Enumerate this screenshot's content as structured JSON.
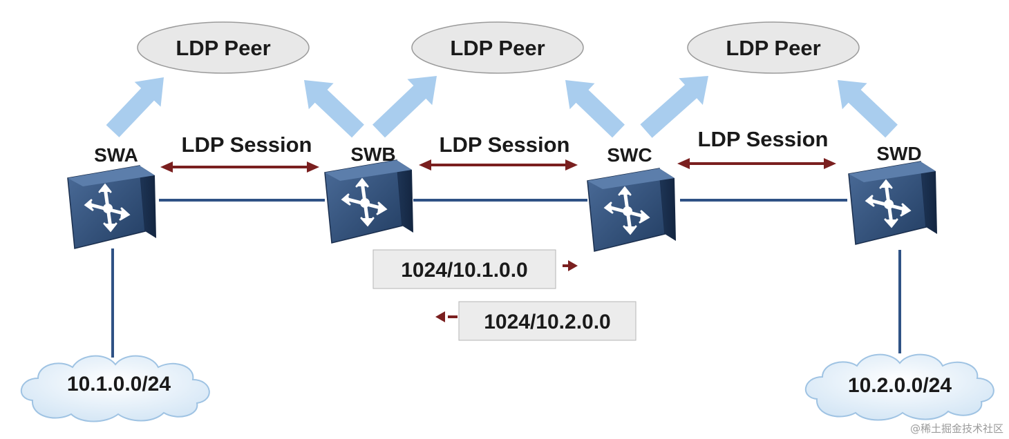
{
  "peers": [
    {
      "label": "LDP Peer"
    },
    {
      "label": "LDP Peer"
    },
    {
      "label": "LDP Peer"
    }
  ],
  "switches": [
    {
      "label": "SWA",
      "icon": "router-switch-icon"
    },
    {
      "label": "SWB",
      "icon": "router-switch-icon"
    },
    {
      "label": "SWC",
      "icon": "router-switch-icon"
    },
    {
      "label": "SWD",
      "icon": "router-switch-icon"
    }
  ],
  "sessions": [
    {
      "label": "LDP Session"
    },
    {
      "label": "LDP Session"
    },
    {
      "label": "LDP Session"
    }
  ],
  "label_boxes": [
    {
      "text": "1024/10.1.0.0",
      "direction": "right"
    },
    {
      "text": "1024/10.2.0.0",
      "direction": "left"
    }
  ],
  "networks": [
    {
      "label": "10.1.0.0/24"
    },
    {
      "label": "10.2.0.0/24"
    }
  ],
  "watermark": "@稀土掘金技术社区",
  "colors": {
    "peer_fill": "#e8e8e8",
    "peer_arrow": "#a9cdee",
    "session_arrow": "#7a1f1f",
    "switch_body": "#2e4a72",
    "link": "#2f5285",
    "box_fill": "#ececec"
  }
}
